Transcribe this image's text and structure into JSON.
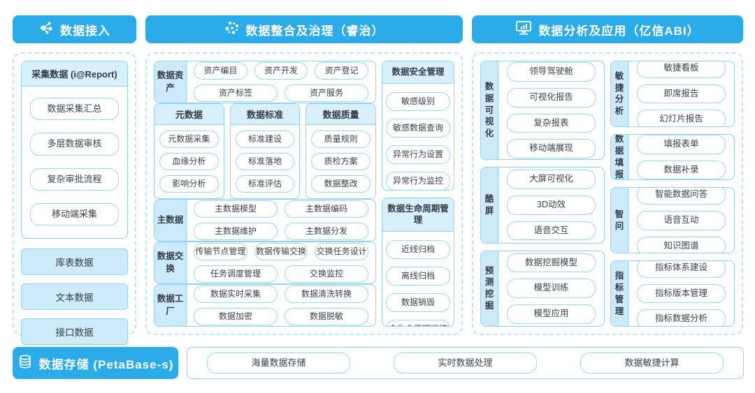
{
  "colors": {
    "accent": "#2BACE9",
    "panel_fill": "#D8EFFC",
    "label_fill": "#CDEAFA",
    "border": "#8FD3F4",
    "dashed_border": "#BEE2F6",
    "text_dark": "#3A4148",
    "header_text": "#FFFFFF"
  },
  "icons": {
    "access": "network-nodes-icon",
    "governance": "dots-cluster-icon",
    "analysis": "monitor-chart-icon",
    "storage": "database-icon"
  },
  "access": {
    "header": "数据接入",
    "report_panel": {
      "title": "采集数据 (i@Report)",
      "items": [
        "数据采集汇总",
        "多层数据审核",
        "复杂审批流程",
        "移动端采集"
      ]
    },
    "sources": [
      "库表数据",
      "文本数据",
      "接口数据"
    ]
  },
  "governance": {
    "header": "数据整合及治理（睿治）",
    "asset": {
      "label": "数据资产",
      "row1": [
        "资产编目",
        "资产开发",
        "资产登记"
      ],
      "row2": [
        "资产标签",
        "资产服务"
      ]
    },
    "mini_panels": [
      {
        "title": "元数据",
        "items": [
          "元数据采集",
          "血缘分析",
          "影响分析"
        ]
      },
      {
        "title": "数据标准",
        "items": [
          "标准建设",
          "标准落地",
          "标准评估"
        ]
      },
      {
        "title": "数据质量",
        "items": [
          "质量规则",
          "质检方案",
          "数据整改"
        ]
      }
    ],
    "master": {
      "label": "主数据",
      "row1": [
        "主数据模型",
        "主数据编码"
      ],
      "row2": [
        "主数据维护",
        "主数据分发"
      ]
    },
    "exchange": {
      "label": "数据交换",
      "row1": [
        "传输节点管理",
        "数据传输交换",
        "交换任务设计"
      ],
      "row2": [
        "任务调度管理",
        "交换监控"
      ]
    },
    "factory": {
      "label": "数据工厂",
      "row1": [
        "数据实时采集",
        "数据清洗转换"
      ],
      "row2": [
        "数据加密",
        "数据脱敏"
      ]
    },
    "security": {
      "title": "数据安全管理",
      "items": [
        "敏感级别",
        "敏感数据查询",
        "异常行为设置",
        "异常行为监控"
      ]
    },
    "lifecycle": {
      "title": "数据生命周期管理",
      "items": [
        "近线归档",
        "离线归档",
        "数据销毁",
        "全生命周期监控"
      ]
    }
  },
  "analysis": {
    "header": "数据分析及应用（亿信ABI）",
    "groups_left": [
      {
        "label": "数据可视化",
        "items": [
          "领导驾驶舱",
          "可视化报告",
          "复杂报表",
          "移动端展现"
        ]
      },
      {
        "label": "酷屏",
        "items": [
          "大屏可视化",
          "3D动效",
          "语音交互"
        ]
      },
      {
        "label": "预测挖掘",
        "items": [
          "数据挖掘模型",
          "模型训练",
          "模型应用"
        ]
      }
    ],
    "groups_right": [
      {
        "label": "敏捷分析",
        "items": [
          "敏捷看板",
          "即席报告",
          "幻灯片报告"
        ]
      },
      {
        "label": "数据填报",
        "items": [
          "填报表单",
          "数据补录"
        ]
      },
      {
        "label": "智问",
        "items": [
          "智能数据问答",
          "语音互动",
          "知识图谱"
        ]
      },
      {
        "label": "指标管理",
        "items": [
          "指标体系建设",
          "指标版本管理",
          "指标数据分析"
        ]
      }
    ]
  },
  "storage": {
    "header": "数据存储 (PetaBase-s)",
    "items": [
      "海量数据存储",
      "实时数据处理",
      "数据敏捷计算"
    ]
  }
}
